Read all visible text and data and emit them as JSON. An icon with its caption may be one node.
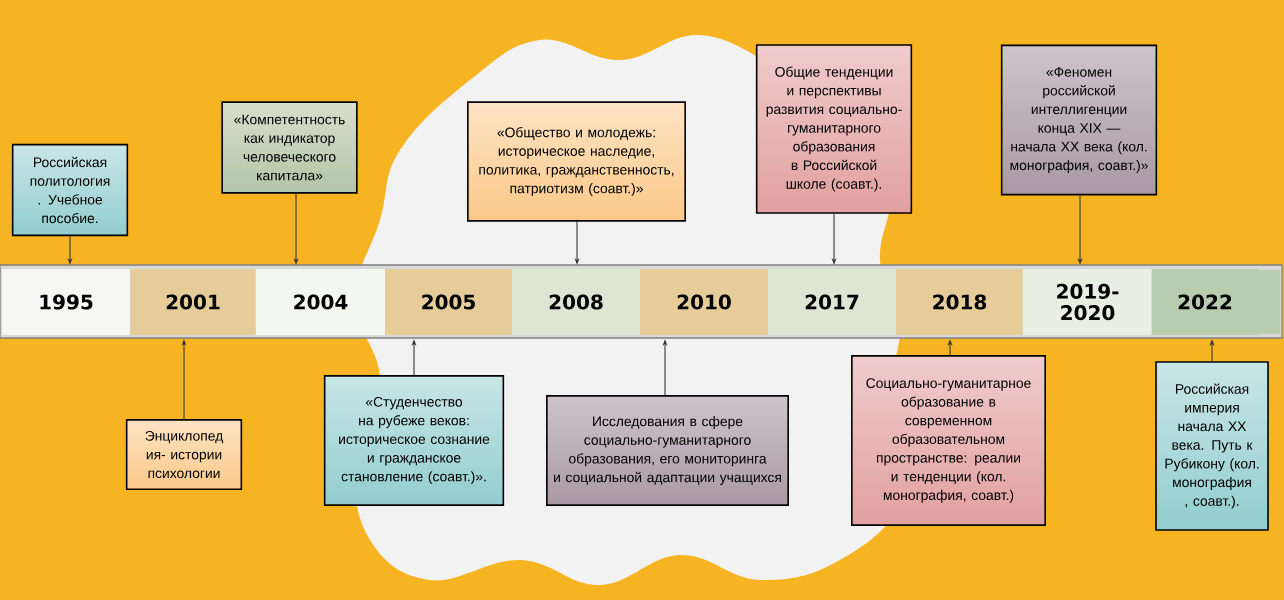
{
  "diagram": {
    "nodes": [
      {
        "text": [
          "Российская политология . Учебное пособие."
        ]
      },
      {
        "text": [
          "«Компетентность как индикатор человеческого капитала»"
        ]
      },
      {
        "text": [
          "«Общество и молодежь: историческое наследие, политика, гражданственность, патриотизм (соавт.)»"
        ]
      },
      {
        "text": [
          "Общие тенденции и перспективы развития социально-гуманитарного образования в Российской школе (соавт.)."
        ]
      },
      {
        "text": [
          "«Феномен российской интеллигенции конца XIX — начала XX века (кол. монография, соавт.)»"
        ]
      },
      {
        "text": [
          "1995"
        ]
      },
      {
        "text": [
          "2001"
        ]
      },
      {
        "text": [
          "2004"
        ]
      },
      {
        "text": [
          "2005"
        ]
      },
      {
        "text": [
          "2008"
        ]
      },
      {
        "text": [
          "2010"
        ]
      },
      {
        "text": [
          "2017"
        ]
      },
      {
        "text": [
          "2018"
        ]
      },
      {
        "text": [
          "2019- 2020"
        ]
      },
      {
        "text": [
          "2022"
        ]
      },
      {
        "text": [
          "Энциклопед ия- истории психологии"
        ]
      },
      {
        "text": [
          "«Студенчество на рубеже веков: историческое сознание и гражданское становление (соавт.)»."
        ]
      },
      {
        "text": [
          "Исследования в сфере социально-гуманитарного образования, его мониторинга и социальной адаптации учащихся"
        ]
      },
      {
        "text": [
          "Социально-гуманитарное образование в современном образовательном пространстве: реалии и тенденции (кол. монография, соавт.)"
        ]
      },
      {
        "text": [
          "Российская империя начала XX века. Путь к Рубикону (кол. монография , соавт.)."
        ]
      }
    ],
    "edges": [
      {
        "from": 0,
        "to": 5,
        "arrow": "to"
      },
      {
        "from": 1,
        "to": 7,
        "arrow": "to"
      },
      {
        "from": 2,
        "to": 9,
        "arrow": "to"
      },
      {
        "from": 3,
        "to": 11,
        "arrow": "to"
      },
      {
        "from": 4,
        "to": 13,
        "arrow": "to"
      },
      {
        "from": 15,
        "to": 6,
        "arrow": "to"
      },
      {
        "from": 16,
        "to": 8,
        "arrow": "to"
      },
      {
        "from": 17,
        "to": 10,
        "arrow": "to"
      },
      {
        "from": 18,
        "to": 12,
        "arrow": "to"
      },
      {
        "from": 19,
        "to": 14,
        "arrow": "to"
      }
    ]
  }
}
